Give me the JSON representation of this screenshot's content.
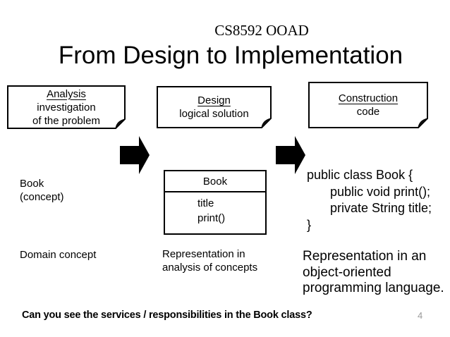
{
  "slide": {
    "course_code": "CS8592 OOAD",
    "title": "From Design to Implementation",
    "footer_question": "Can you see the services / responsibilities in the Book class?",
    "page_number": "4"
  },
  "notes": {
    "analysis": {
      "heading": "Analysis",
      "body_line1": "investigation",
      "body_line2": "of the problem"
    },
    "design": {
      "heading": "Design",
      "body": "logical solution"
    },
    "construction": {
      "heading": "Construction",
      "body": "code"
    }
  },
  "concept_label": {
    "line1": "Book",
    "line2": "(concept)"
  },
  "captions": {
    "domain": "Domain concept",
    "uml_line1": "Representation in",
    "uml_line2": "analysis of concepts",
    "oop_line1": "Representation in an",
    "oop_line2": "object-oriented",
    "oop_line3": "programming language."
  },
  "uml_class": {
    "name": "Book",
    "attribute": "title",
    "operation": "print()"
  },
  "code_block": {
    "line1": "public class Book {",
    "line2": "public void print();",
    "line3": "private String title;",
    "line4": "}"
  },
  "colors": {
    "ink": "#000000",
    "page_number_gray": "#9a9a9a",
    "background": "#ffffff"
  }
}
